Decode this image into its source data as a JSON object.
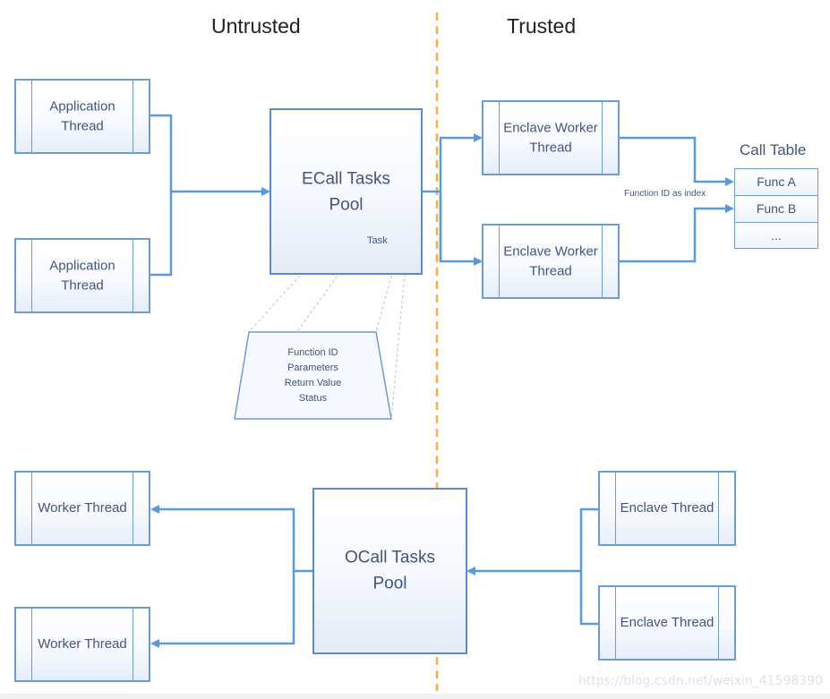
{
  "regions": {
    "untrusted": "Untrusted",
    "trusted": "Trusted"
  },
  "ecall": {
    "app_threads": [
      "Application Thread",
      "Application Thread"
    ],
    "pool_label": "ECall Tasks Pool",
    "task_label": "Task",
    "task_fields": [
      "Function ID",
      "Parameters",
      "Return Value",
      "Status"
    ],
    "enclave_workers": [
      "Enclave Worker Thread",
      "Enclave Worker Thread"
    ],
    "call_table_title": "Call Table",
    "call_table_entries": [
      "Func A",
      "Func B",
      "..."
    ],
    "edge_label": "Function ID as index"
  },
  "ocall": {
    "worker_threads": [
      "Worker Thread",
      "Worker Thread"
    ],
    "pool_label": "OCall Tasks Pool",
    "enclave_threads": [
      "Enclave Thread",
      "Enclave Thread"
    ]
  },
  "watermark": "https://blog.csdn.net/weixin_41598390",
  "colors": {
    "connector": "#5b9bd5",
    "box_border": "#6f9bd1",
    "boundary": "#f4b23a",
    "text": "#44557a"
  }
}
